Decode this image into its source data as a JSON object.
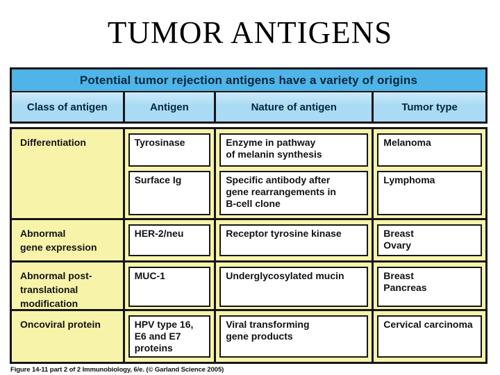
{
  "slide": {
    "title": "TUMOR ANTIGENS"
  },
  "figure": {
    "banner": "Potential tumor rejection antigens have a variety of origins",
    "columns": [
      "Class of antigen",
      "Antigen",
      "Nature of antigen",
      "Tumor type"
    ],
    "rows": [
      {
        "class": "Differentiation",
        "entries": [
          {
            "antigen": "Tyrosinase",
            "nature": "Enzyme in pathway\nof melanin synthesis",
            "tumor": "Melanoma"
          },
          {
            "antigen": "Surface Ig",
            "nature": "Specific antibody after\ngene rearrangements in\nB-cell clone",
            "tumor": "Lymphoma"
          }
        ]
      },
      {
        "class": "Abnormal\ngene expression",
        "entries": [
          {
            "antigen": "HER-2/neu",
            "nature": "Receptor tyrosine kinase",
            "tumor": "Breast\nOvary"
          }
        ]
      },
      {
        "class": "Abnormal post-\ntranslational\nmodification",
        "entries": [
          {
            "antigen": "MUC-1",
            "nature": "Underglycosylated mucin",
            "tumor": "Breast\nPancreas"
          }
        ]
      },
      {
        "class": "Oncoviral protein",
        "entries": [
          {
            "antigen": "HPV type 16,\nE6 and E7\nproteins",
            "nature": "Viral transforming\ngene products",
            "tumor": "Cervical carcinoma"
          }
        ]
      }
    ],
    "caption": "Figure 14-11 part 2 of 2  Immunobiology, 6/e. (© Garland Science 2005)"
  },
  "colors": {
    "banner_bg": "#4fb4e7",
    "header_bg": "#a9dbf4",
    "header_text": "#04263e",
    "body_bg": "#f7f4aa",
    "cell_bg": "#ffffff",
    "border": "#161616",
    "text": "#121212"
  }
}
